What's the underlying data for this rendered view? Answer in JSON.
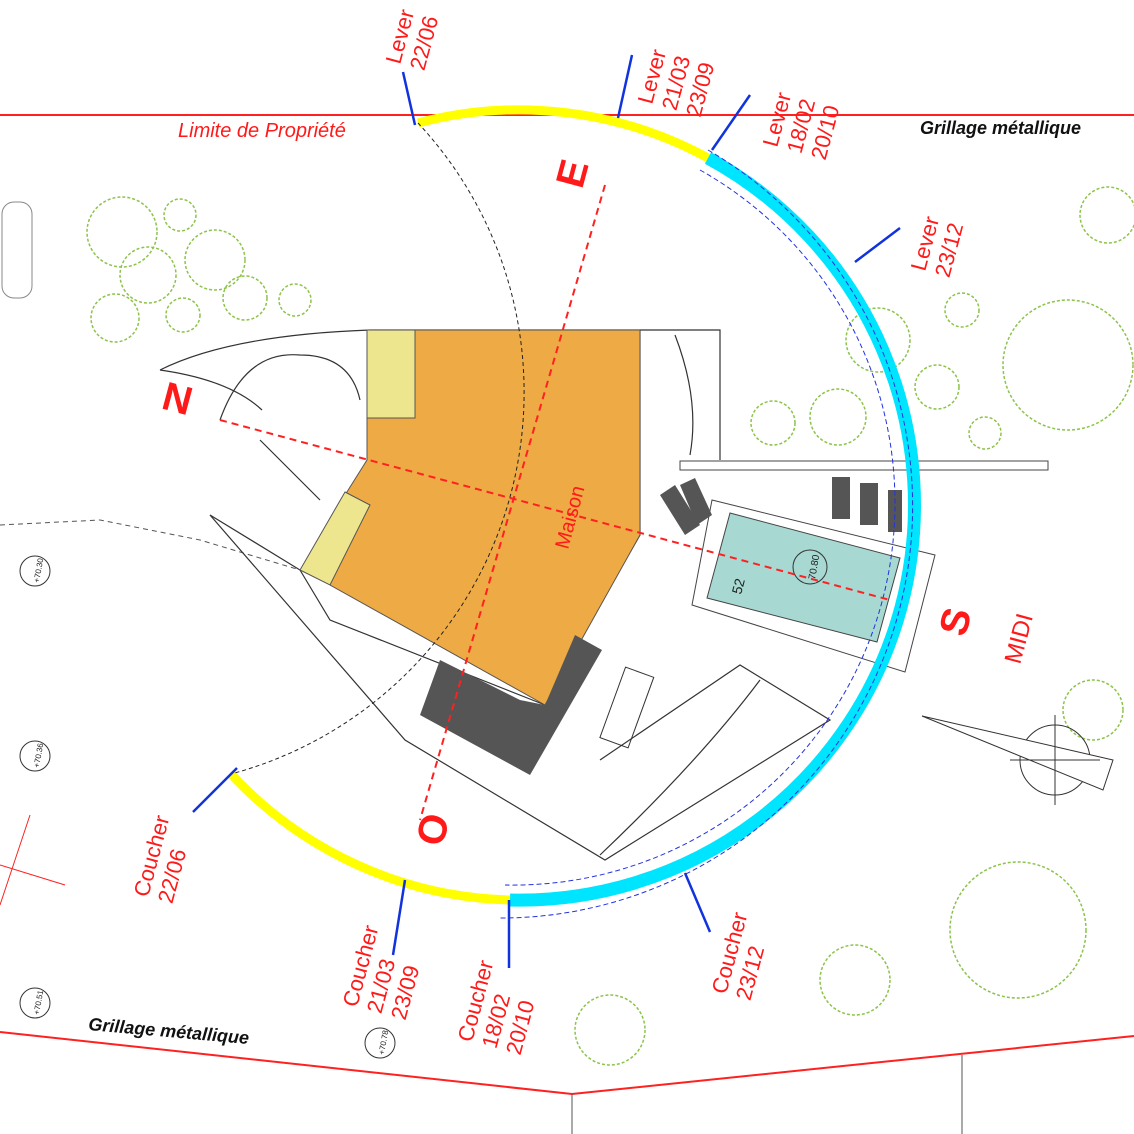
{
  "boundary": {
    "property_limit": "Limite de Propriété",
    "fence_top": "Grillage métallique",
    "fence_bottom": "Grillage métallique"
  },
  "house_label": "Maison",
  "compass": {
    "north": "N",
    "east": "E",
    "south": "S",
    "west": "O",
    "midi": "MIDI"
  },
  "sunrise": [
    {
      "label": "Lever",
      "dates": [
        "22/06"
      ]
    },
    {
      "label": "Lever",
      "dates": [
        "21/03",
        "23/09"
      ]
    },
    {
      "label": "Lever",
      "dates": [
        "18/02",
        "20/10"
      ]
    },
    {
      "label": "Lever",
      "dates": [
        "23/12"
      ]
    }
  ],
  "sunset": [
    {
      "label": "Coucher",
      "dates": [
        "22/06"
      ]
    },
    {
      "label": "Coucher",
      "dates": [
        "21/03",
        "23/09"
      ]
    },
    {
      "label": "Coucher",
      "dates": [
        "18/02",
        "20/10"
      ]
    },
    {
      "label": "Coucher",
      "dates": [
        "23/12"
      ]
    }
  ],
  "levels": [
    "+70.30",
    "+70.36",
    "+70.51",
    "+70.78"
  ],
  "pool": {
    "level": "70.80",
    "number": "52"
  },
  "colors": {
    "summer_arc": "#ffff00",
    "winter_arc": "#00e5ff",
    "house": "#eeaa44",
    "pool": "#a7d8d2",
    "annex": "#eee68e"
  }
}
